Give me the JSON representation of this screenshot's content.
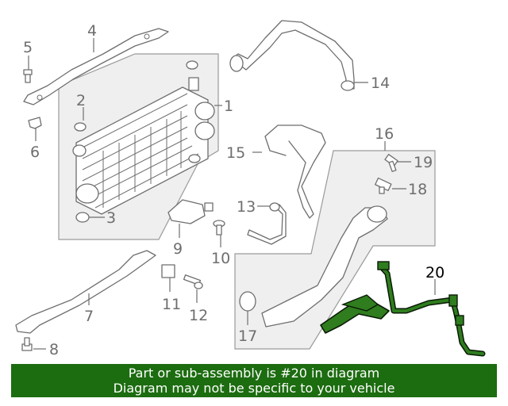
{
  "diagram": {
    "callouts": [
      "1",
      "2",
      "3",
      "4",
      "5",
      "6",
      "7",
      "8",
      "9",
      "10",
      "11",
      "12",
      "13",
      "14",
      "15",
      "16",
      "17",
      "18",
      "19",
      "20"
    ],
    "highlight_part": "20",
    "highlight_color": "#1f5e14"
  },
  "banner": {
    "line1": "Part or sub-assembly is #20 in diagram",
    "line2": "Diagram may not be specific to your vehicle",
    "background": "#1c6c10",
    "text_color": "#ffffff"
  }
}
